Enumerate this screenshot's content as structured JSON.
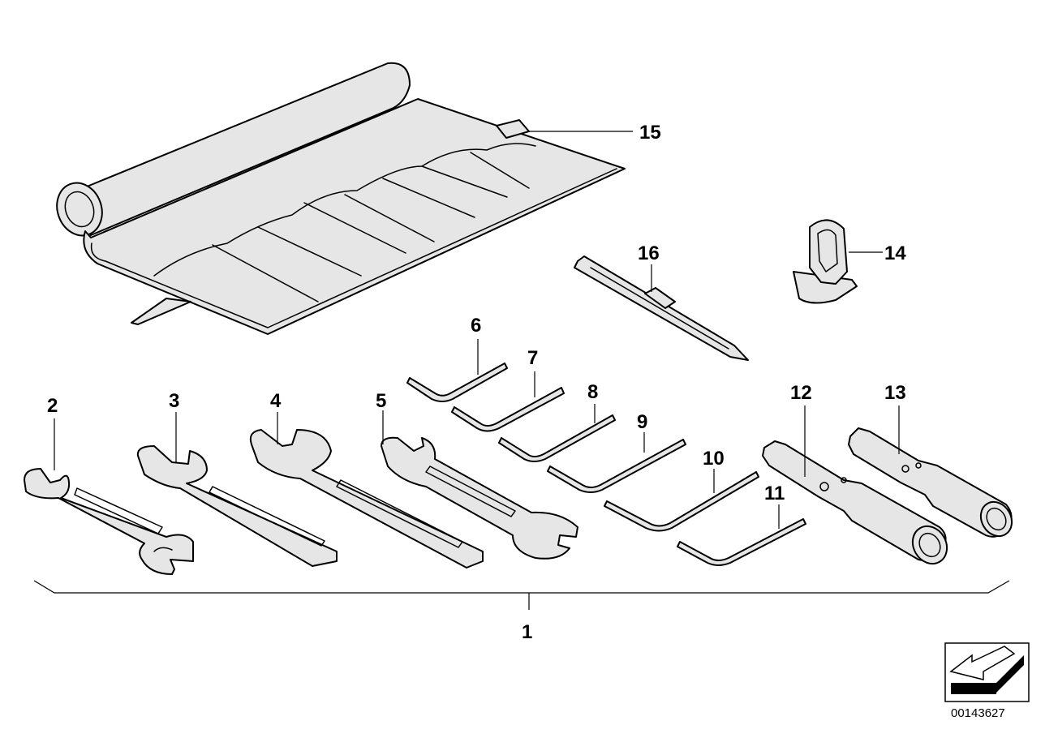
{
  "callouts": {
    "c1": "1",
    "c2": "2",
    "c3": "3",
    "c4": "4",
    "c5": "5",
    "c6": "6",
    "c7": "7",
    "c8": "8",
    "c9": "9",
    "c10": "10",
    "c11": "11",
    "c12": "12",
    "c13": "13",
    "c14": "14",
    "c15": "15",
    "c16": "16"
  },
  "document_id": "00143627",
  "colors": {
    "line": "#000000",
    "part_fill": "#e6e6e6",
    "background": "#ffffff"
  },
  "icons": [
    "arrow-icon"
  ]
}
